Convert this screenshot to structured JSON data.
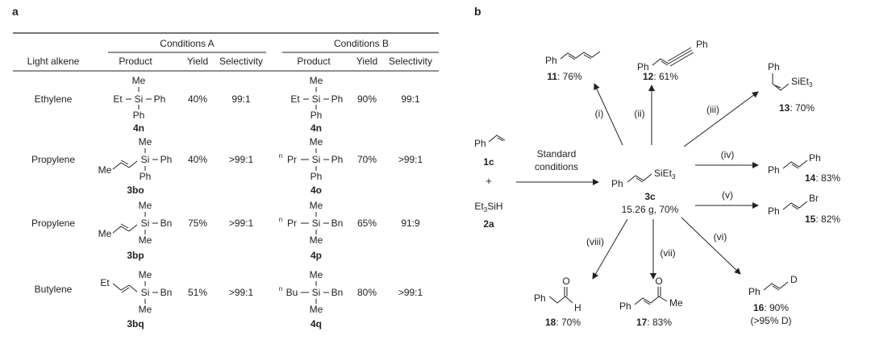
{
  "panel_a": {
    "label": "a",
    "headers": {
      "light_alkene": "Light alkene",
      "conditions_a": "Conditions A",
      "conditions_b": "Conditions B",
      "product": "Product",
      "yield": "Yield",
      "selectivity": "Selectivity"
    },
    "rows": [
      {
        "alkene": "Ethylene",
        "a": {
          "left": "Et",
          "top": "Me",
          "right": "Ph",
          "bottom": "Ph",
          "si": "Si",
          "label": "4n",
          "yield": "40%",
          "selectivity": "99:1"
        },
        "b": {
          "left": "Et",
          "top": "Me",
          "right": "Ph",
          "bottom": "Ph",
          "si": "Si",
          "label": "4n",
          "yield": "90%",
          "selectivity": "99:1"
        }
      },
      {
        "alkene": "Propylene",
        "a": {
          "left": "Me",
          "top": "Me",
          "right": "Ph",
          "bottom": "Ph",
          "si": "Si",
          "label": "3bo",
          "yield": "40%",
          "selectivity": ">99:1"
        },
        "b": {
          "left_sup": "n",
          "left": "Pr",
          "top": "Me",
          "right": "Ph",
          "bottom": "Ph",
          "si": "Si",
          "label": "4o",
          "yield": "70%",
          "selectivity": ">99:1"
        }
      },
      {
        "alkene": "Propylene",
        "a": {
          "left": "Me",
          "top": "Me",
          "right": "Bn",
          "bottom": "Me",
          "si": "Si",
          "label": "3bp",
          "yield": "75%",
          "selectivity": ">99:1"
        },
        "b": {
          "left_sup": "n",
          "left": "Pr",
          "top": "Me",
          "right": "Bn",
          "bottom": "Me",
          "si": "Si",
          "label": "4p",
          "yield": "65%",
          "selectivity": "91:9"
        }
      },
      {
        "alkene": "Butylene",
        "a": {
          "left": "Et",
          "top": "Me",
          "right": "Bn",
          "bottom": "Me",
          "si": "Si",
          "label": "3bq",
          "yield": "51%",
          "selectivity": ">99:1"
        },
        "b": {
          "left_sup": "n",
          "left": "Bu",
          "top": "Me",
          "right": "Bn",
          "bottom": "Me",
          "si": "Si",
          "label": "4q",
          "yield": "80%",
          "selectivity": ">99:1"
        }
      }
    ]
  },
  "panel_b": {
    "label": "b",
    "reactant": {
      "ph": "Ph",
      "label": "1c",
      "plus": "+",
      "silane": "Et",
      "silane_sub": "3",
      "silane_rest": "SiH",
      "silane_label": "2a"
    },
    "arrow_text_1": "Standard",
    "arrow_text_2": "conditions",
    "center": {
      "ph": "Ph",
      "si": "SiEt",
      "si_sub": "3",
      "label": "3c",
      "scale": "15.26 g, 70%"
    },
    "steps": [
      "(i)",
      "(ii)",
      "(iii)",
      "(iv)",
      "(v)",
      "(vi)",
      "(vii)",
      "(viii)"
    ],
    "products": {
      "p11": {
        "ph": "Ph",
        "label": "11",
        "yield": ": 76%"
      },
      "p12": {
        "ph_left": "Ph",
        "ph_right": "Ph",
        "label": "12",
        "yield": ": 61%"
      },
      "p13": {
        "ph": "Ph",
        "si": "SiEt",
        "si_sub": "3",
        "label": "13",
        "yield": ": 70%"
      },
      "p14": {
        "ph_left": "Ph",
        "ph_right": "Ph",
        "label": "14",
        "yield": ": 83%"
      },
      "p15": {
        "ph": "Ph",
        "br": "Br",
        "label": "15",
        "yield": ": 82%"
      },
      "p16": {
        "ph": "Ph",
        "d": "D",
        "label": "16",
        "yield": ": 90%",
        "note": "(>95% D)"
      },
      "p17": {
        "ph": "Ph",
        "o": "O",
        "me": "Me",
        "label": "17",
        "yield": ": 83%"
      },
      "p18": {
        "ph": "Ph",
        "o": "O",
        "h": "H",
        "label": "18",
        "yield": ": 70%"
      }
    }
  }
}
